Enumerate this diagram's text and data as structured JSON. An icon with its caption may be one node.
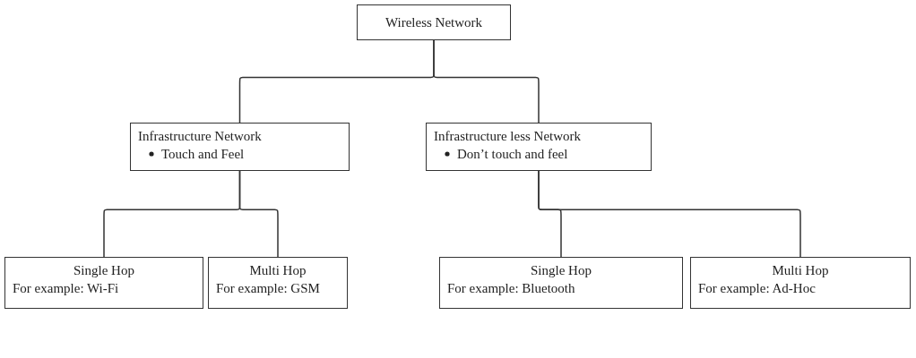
{
  "diagram": {
    "nodes": [
      {
        "text": [
          "Wireless Network"
        ]
      },
      {
        "text": [
          "Infrastructure Network",
          "Touch and Feel"
        ]
      },
      {
        "text": [
          "Infrastructure less Network",
          "Don’t touch and feel"
        ]
      },
      {
        "text": [
          "Single Hop",
          "For example:  Wi-Fi"
        ]
      },
      {
        "text": [
          "Multi Hop",
          "For example:  GSM"
        ]
      },
      {
        "text": [
          "Single Hop",
          "For example:  Bluetooth"
        ]
      },
      {
        "text": [
          "Multi Hop",
          "For example:  Ad-Hoc"
        ]
      }
    ],
    "edges": [
      {
        "from": 0,
        "to": 1,
        "arrow": "none"
      },
      {
        "from": 0,
        "to": 2,
        "arrow": "none"
      },
      {
        "from": 1,
        "to": 3,
        "arrow": "none"
      },
      {
        "from": 1,
        "to": 4,
        "arrow": "none"
      },
      {
        "from": 2,
        "to": 5,
        "arrow": "none"
      },
      {
        "from": 2,
        "to": 6,
        "arrow": "none"
      }
    ]
  }
}
